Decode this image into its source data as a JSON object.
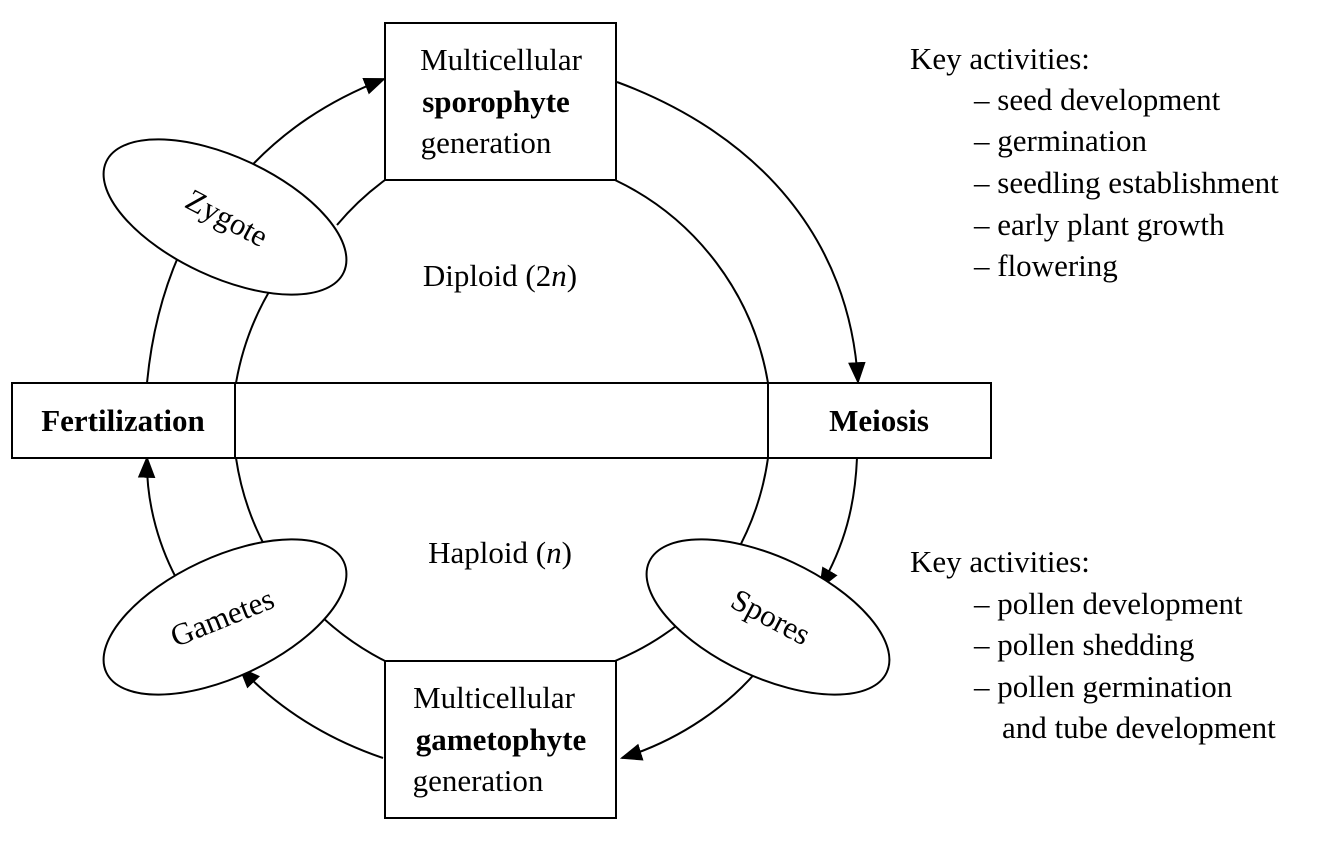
{
  "top_box": {
    "line1": "Multicellular",
    "line2": "sporophyte",
    "line3": "generation"
  },
  "bottom_box": {
    "line1": "Multicellular",
    "line2": "gametophyte",
    "line3": "generation"
  },
  "left_box": {
    "label": "Fertilization"
  },
  "right_box": {
    "label": "Meiosis"
  },
  "center": {
    "diploid_prefix": "Diploid (2",
    "diploid_var": "n",
    "diploid_suffix": ")",
    "haploid_prefix": "Haploid (",
    "haploid_var": "n",
    "haploid_suffix": ")"
  },
  "ellipses": {
    "zygote": "Zygote",
    "gametes": "Gametes",
    "spores": "Spores"
  },
  "key_top": {
    "title": "Key activities:",
    "items": [
      "– seed development",
      "– germination",
      "– seedling establishment",
      "– early plant growth",
      "– flowering"
    ]
  },
  "key_bottom": {
    "title": "Key activities:",
    "items": [
      "– pollen development",
      "– pollen shedding",
      "– pollen germination",
      "and tube development"
    ]
  }
}
